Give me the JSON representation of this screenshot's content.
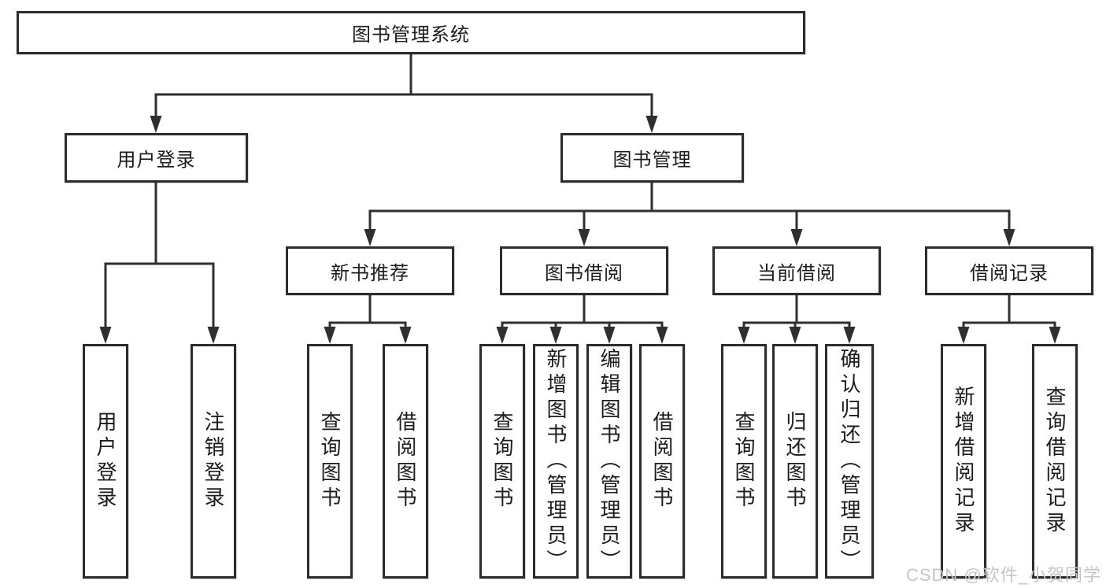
{
  "diagram": {
    "type": "hierarchy-tree",
    "orientation": "top-down",
    "colors": {
      "line": "#2f2f2f",
      "border": "#2c2c2c",
      "text": "#1c1c1c",
      "background": "#ffffff",
      "watermark": "#c5c5c5"
    }
  },
  "tree": {
    "label": "图书管理系统",
    "children": [
      {
        "label": "用户登录",
        "children": [
          {
            "label": "用户登录"
          },
          {
            "label": "注销登录"
          }
        ]
      },
      {
        "label": "图书管理",
        "children": [
          {
            "label": "新书推荐",
            "children": [
              {
                "label": "查询图书"
              },
              {
                "label": "借阅图书"
              }
            ]
          },
          {
            "label": "图书借阅",
            "children": [
              {
                "label": "查询图书"
              },
              {
                "label": "新增图书（管理员）"
              },
              {
                "label": "编辑图书（管理员）"
              },
              {
                "label": "借阅图书"
              }
            ]
          },
          {
            "label": "当前借阅",
            "children": [
              {
                "label": "查询图书"
              },
              {
                "label": "归还图书"
              },
              {
                "label": "确认归还（管理员）"
              }
            ]
          },
          {
            "label": "借阅记录",
            "children": [
              {
                "label": "新增借阅记录"
              },
              {
                "label": "查询借阅记录"
              }
            ]
          }
        ]
      }
    ]
  },
  "watermark": {
    "text": "CSDN @软件_小贺同学"
  }
}
